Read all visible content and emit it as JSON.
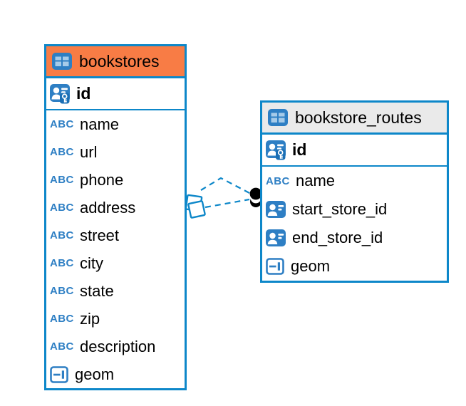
{
  "colors": {
    "table_border": "#0D87C9",
    "icon_blue": "#2E7FC4",
    "bookstores_header_bg": "#F87C45",
    "routes_header_bg": "#EAEAEA",
    "relationship_line": "#0D87C9",
    "text": "#000000"
  },
  "entities": [
    {
      "name": "bookstores",
      "header_icon": "table-icon",
      "header_bg_key": "bookstores_header_bg",
      "primary_key": {
        "label": "id",
        "icon": "primary-key-icon"
      },
      "columns": [
        {
          "label": "name",
          "icon": "text-icon"
        },
        {
          "label": "url",
          "icon": "text-icon"
        },
        {
          "label": "phone",
          "icon": "text-icon"
        },
        {
          "label": "address",
          "icon": "text-icon"
        },
        {
          "label": "street",
          "icon": "text-icon"
        },
        {
          "label": "city",
          "icon": "text-icon"
        },
        {
          "label": "state",
          "icon": "text-icon"
        },
        {
          "label": "zip",
          "icon": "text-icon"
        },
        {
          "label": "description",
          "icon": "text-icon"
        },
        {
          "label": "geom",
          "icon": "geometry-icon"
        }
      ]
    },
    {
      "name": "bookstore_routes",
      "header_icon": "table-icon",
      "header_bg_key": "routes_header_bg",
      "primary_key": {
        "label": "id",
        "icon": "primary-key-icon"
      },
      "columns": [
        {
          "label": "name",
          "icon": "text-icon"
        },
        {
          "label": "start_store_id",
          "icon": "reference-icon"
        },
        {
          "label": "end_store_id",
          "icon": "reference-icon"
        },
        {
          "label": "geom",
          "icon": "geometry-icon"
        }
      ]
    }
  ],
  "relationships": [
    {
      "from": "bookstore_routes",
      "to": "bookstores",
      "line_style": "dashed"
    },
    {
      "from": "bookstore_routes",
      "to": "bookstores",
      "line_style": "dashed"
    }
  ]
}
